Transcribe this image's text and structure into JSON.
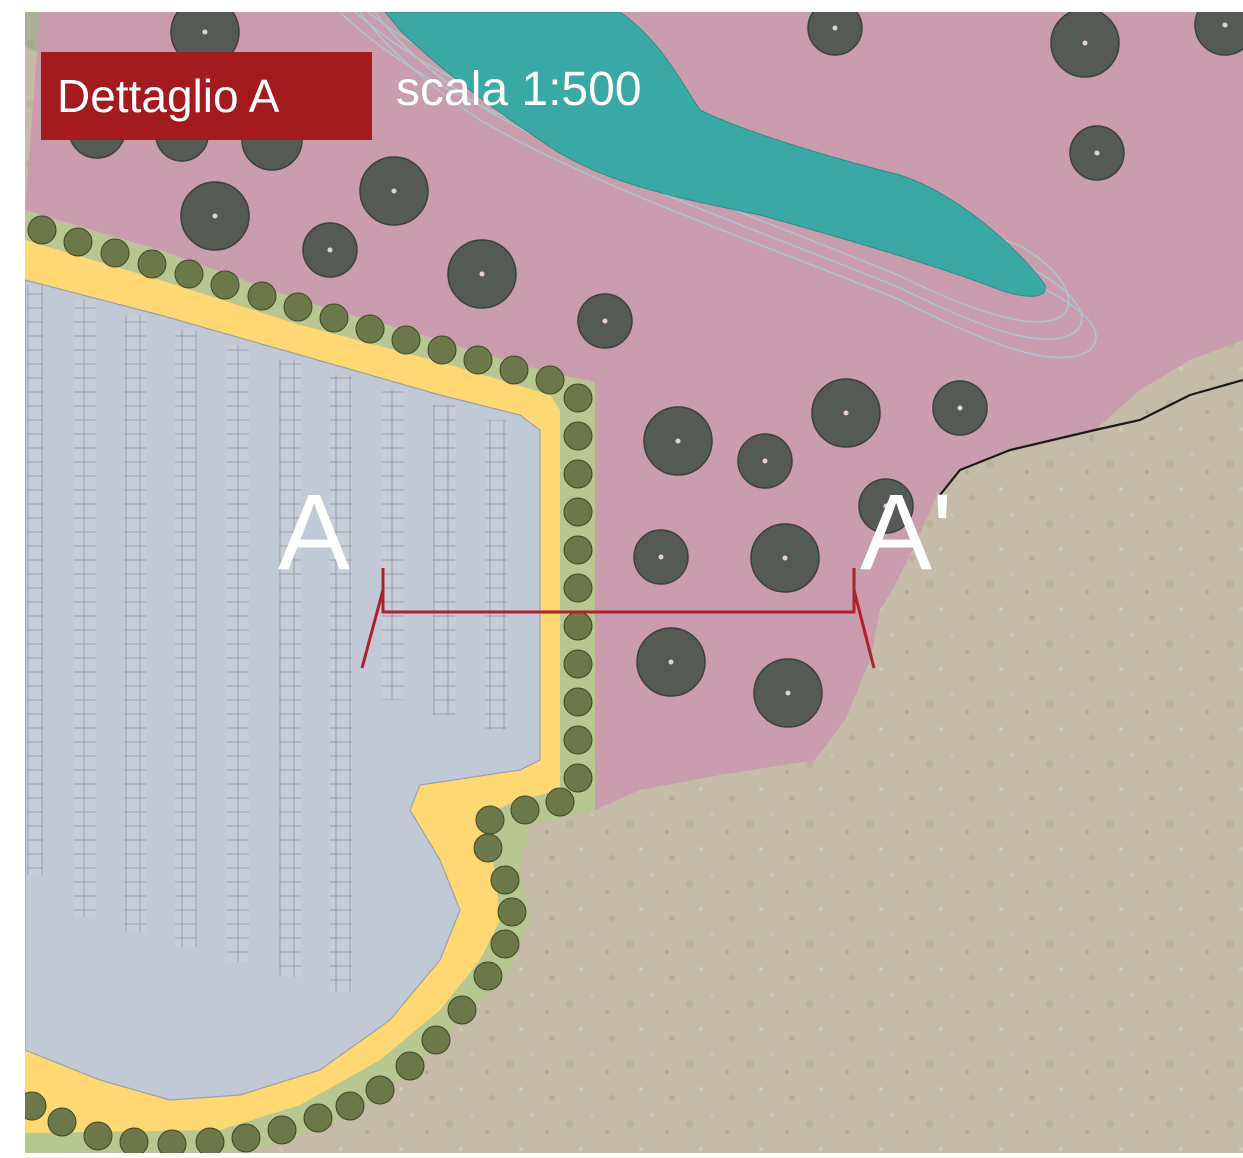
{
  "title": "Dettaglio A",
  "scale": "scala 1:500",
  "section": {
    "start_label": "A",
    "end_label": "A'"
  },
  "colors": {
    "title_bg": "#a31a1f",
    "section_line": "#b0212a",
    "park_zone": "#c99aae",
    "water": "#3aa8a4",
    "buffer_yellow": "#ffd874",
    "buffer_green": "#b6c98e",
    "panel_area": "#c2c9d6",
    "tree": "#555a54",
    "terrain": "#c5b9a9"
  },
  "icons": [
    "tree-symbol",
    "shrub-symbol",
    "section-marker"
  ]
}
